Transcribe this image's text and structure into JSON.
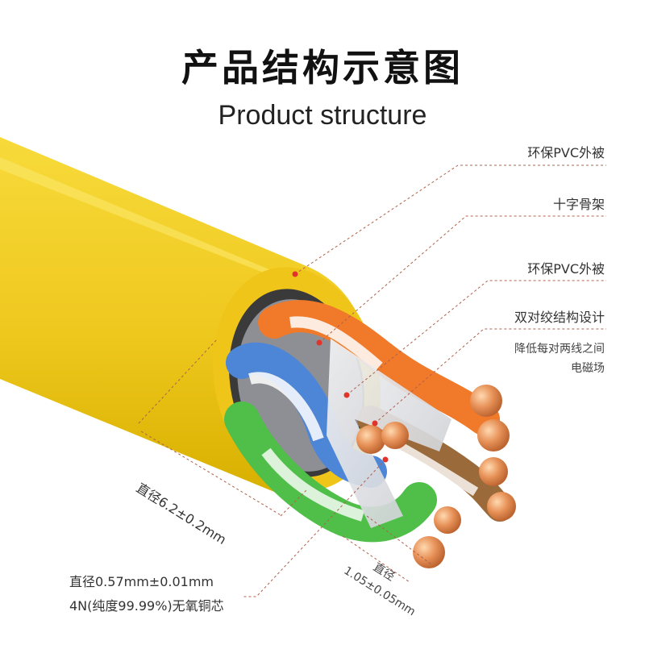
{
  "title": "产品结构示意图",
  "subtitle": "Product structure",
  "labels": {
    "outer_jacket": "环保PVC外被",
    "cross_spline": "十字骨架",
    "inner_jacket": "环保PVC外被",
    "twisted_pair": "双对绞结构设计",
    "twisted_pair_note_line1": "降低每对两线之间",
    "twisted_pair_note_line2": "电磁场",
    "cable_diameter": "直径6.2±0.2mm",
    "conductor_diameter": "直径0.57mm±0.01mm",
    "conductor_material": "4N(纯度99.99%)无氧铜芯",
    "insulation_diameter_line1": "直径",
    "insulation_diameter_line2": "1.05±0.05mm"
  },
  "colors": {
    "jacket": "#f2cc1f",
    "jacket_dark": "#d9b300",
    "leader": "#b0604a",
    "copper": "#e7935a",
    "orange_pair": "#f07a2a",
    "blue_pair": "#4d86d6",
    "green_pair": "#4fbf4a",
    "brown_pair": "#9a6a3a"
  }
}
